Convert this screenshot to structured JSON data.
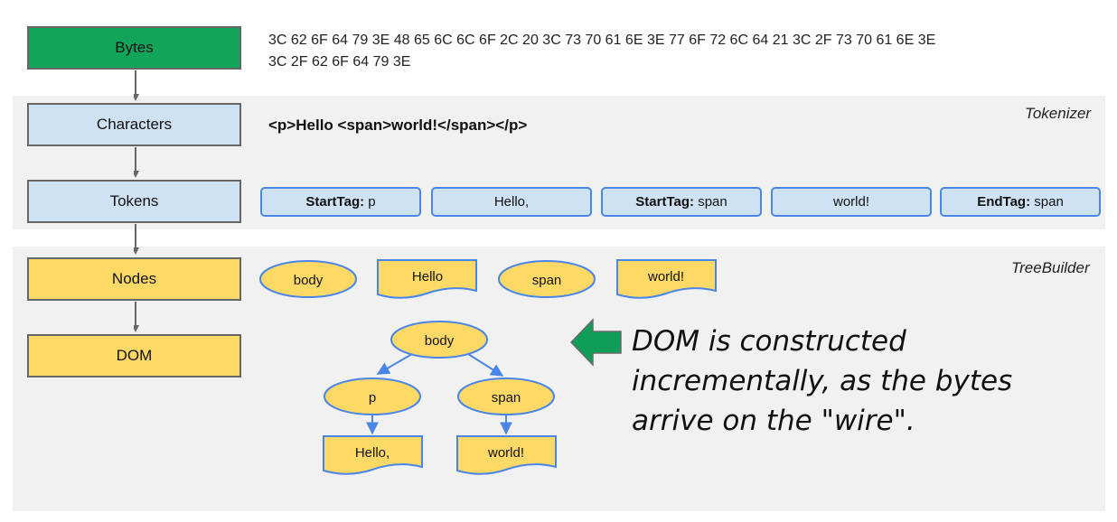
{
  "pipeline": {
    "bytes": "Bytes",
    "characters": "Characters",
    "tokens": "Tokens",
    "nodes": "Nodes",
    "dom": "DOM"
  },
  "bands": {
    "tokenizer_label": "Tokenizer",
    "treebuilder_label": "TreeBuilder"
  },
  "bytes_hex": {
    "line1": "3C 62 6F 64 79 3E 48 65 6C 6C 6F 2C 20 3C 73 70 61 6E 3E 77 6F 72 6C 64 21 3C 2F 73 70 61 6E 3E",
    "line2": "3C 2F 62 6F 64 79 3E"
  },
  "characters_text": "<p>Hello <span>world!</span></p>",
  "tokens": [
    {
      "kind": "StartTag:",
      "value": "p"
    },
    {
      "kind": "",
      "value": "Hello,"
    },
    {
      "kind": "StartTag:",
      "value": "span"
    },
    {
      "kind": "",
      "value": "world!"
    },
    {
      "kind": "EndTag:",
      "value": "span"
    }
  ],
  "nodes": [
    {
      "shape": "ellipse",
      "label": "body"
    },
    {
      "shape": "doc",
      "label": "Hello"
    },
    {
      "shape": "ellipse",
      "label": "span"
    },
    {
      "shape": "doc",
      "label": "world!"
    }
  ],
  "dom_tree": {
    "root": "body",
    "left": "p",
    "right": "span",
    "left_child": "Hello,",
    "right_child": "world!"
  },
  "callout": {
    "line1": "DOM is constructed",
    "line2": "incrementally, as the bytes",
    "line3": "arrive on the \"wire\"."
  },
  "colors": {
    "green_stage": "#11a55a",
    "blue_fill": "#cfe2f3",
    "blue_stroke": "#4a86e8",
    "yellow_fill": "#ffd966",
    "band_bg": "#f1f1f1",
    "arrow_green": "#0f9d58"
  }
}
